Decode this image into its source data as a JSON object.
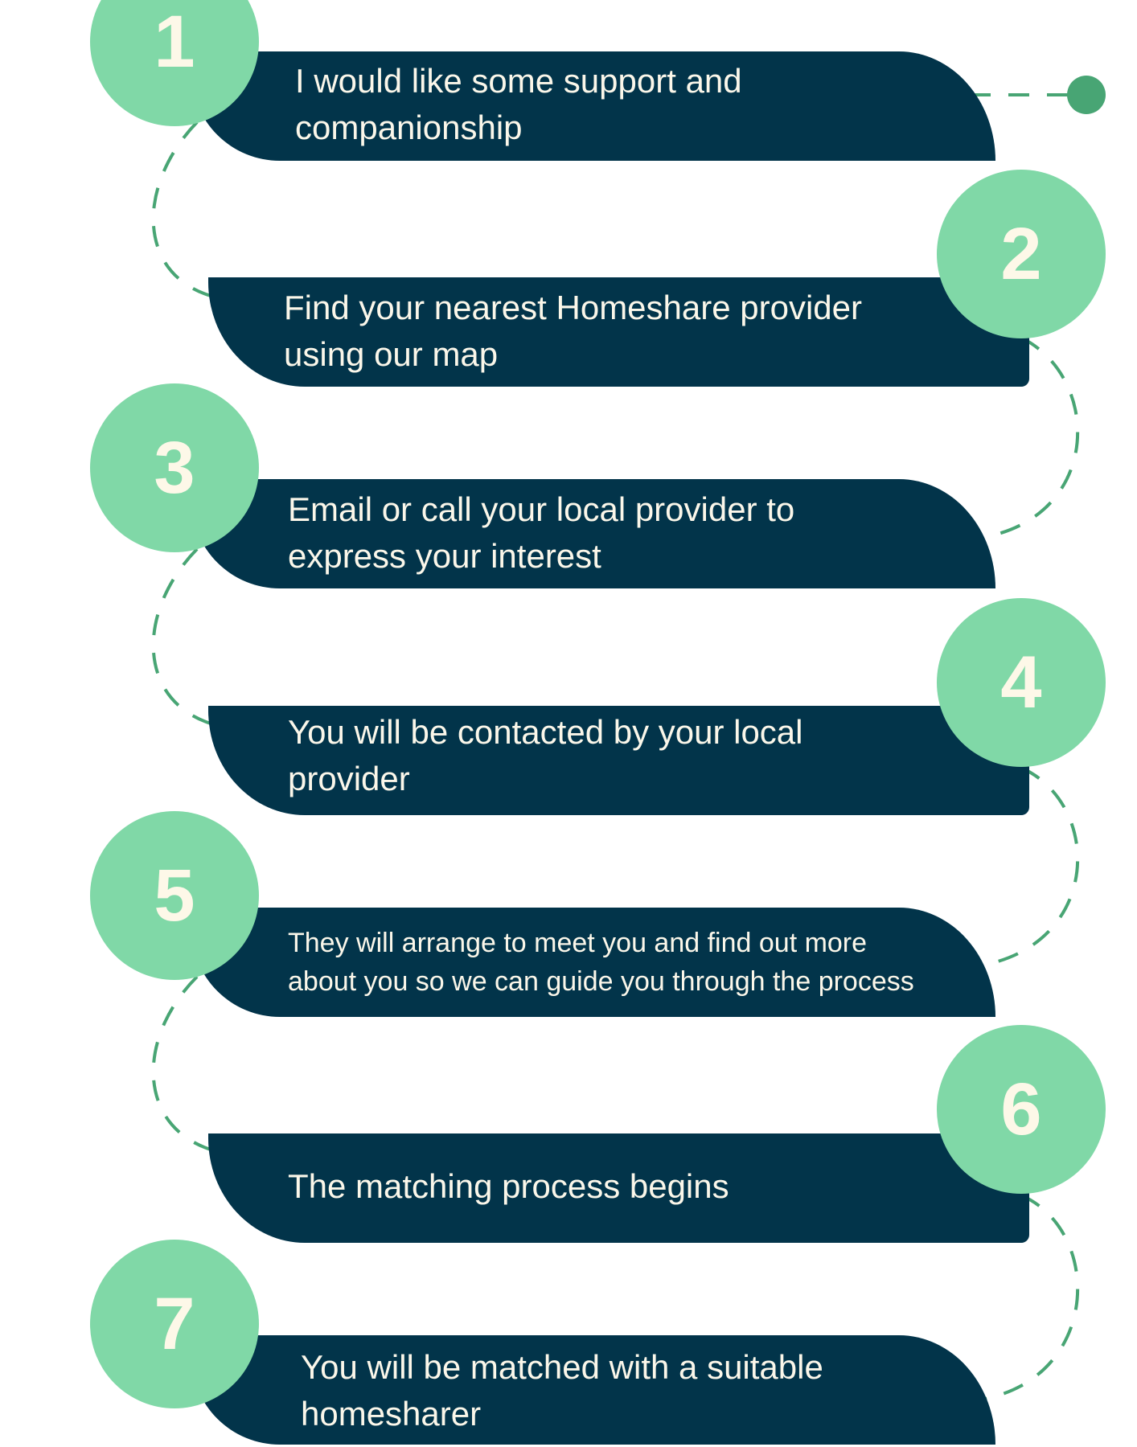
{
  "steps": [
    {
      "number": "1",
      "text": [
        "I would like some support and",
        "companionship"
      ]
    },
    {
      "number": "2",
      "text": [
        "Find your nearest Homeshare provider",
        "using our map"
      ]
    },
    {
      "number": "3",
      "text": [
        "Email or call your local provider to",
        "express your interest"
      ]
    },
    {
      "number": "4",
      "text": [
        "You will be contacted by your local",
        "provider"
      ]
    },
    {
      "number": "5",
      "text": [
        "They will arrange to meet you and find out more",
        "about you so we can guide you through the process"
      ]
    },
    {
      "number": "6",
      "text": [
        "The matching process begins"
      ]
    },
    {
      "number": "7",
      "text": [
        "You will be matched with a suitable",
        "homesharer"
      ]
    }
  ],
  "colors": {
    "bar": "#02344a",
    "circle": "#80d8a7",
    "dash": "#48a574",
    "number": "#fdf8e8"
  }
}
